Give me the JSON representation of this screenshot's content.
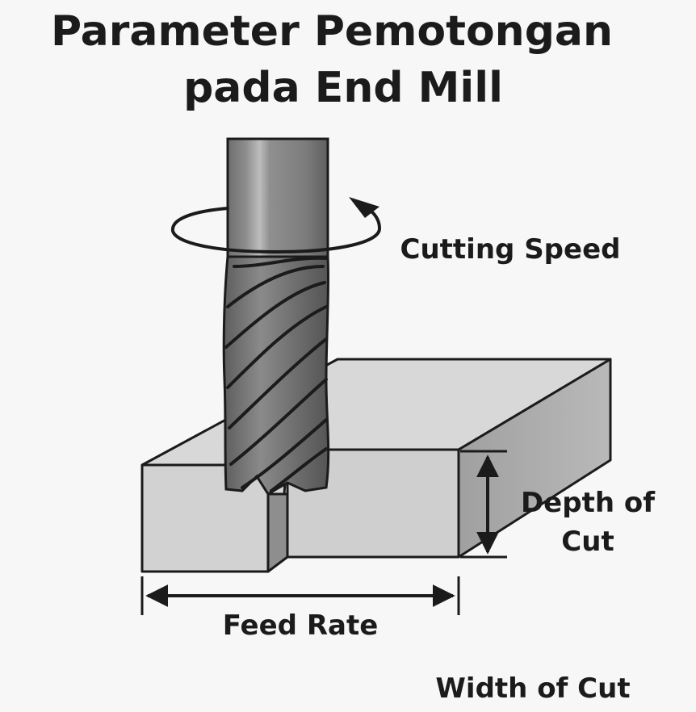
{
  "title": {
    "line1": "Parameter Pemotongan",
    "line2": "pada End Mill"
  },
  "labels": {
    "cutting_speed": "Cutting Speed",
    "depth_of_cut_line1": "Depth of",
    "depth_of_cut_line2": "Cut",
    "feed_rate": "Feed Rate",
    "width_of_cut": "Width of Cut"
  },
  "colors": {
    "background": "#f7f7f7",
    "ink": "#1b1b1b",
    "workpiece_top": "#d6d6d6",
    "workpiece_front": "#cfcfcf",
    "workpiece_side": "#9a9a9a",
    "tool_shank": "#8a8a8a",
    "tool_highlight": "#b8b8b8",
    "tool_flutes": "#6c6c6c"
  },
  "icons": {
    "rotation": "rotation-arrow-icon",
    "dimension": "double-arrow-icon"
  }
}
